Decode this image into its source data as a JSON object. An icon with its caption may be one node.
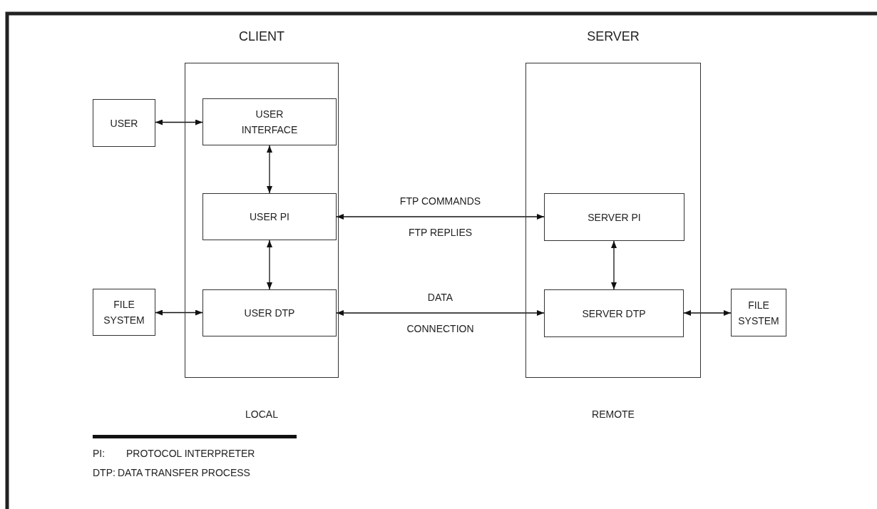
{
  "diagram": {
    "nodes": [
      {
        "text": [
          "CLIENT"
        ],
        "beside": [
          "LOCAL"
        ]
      },
      {
        "text": [
          "USER INTERFACE"
        ],
        "in": 0
      },
      {
        "text": [
          "USER PI"
        ],
        "in": 0
      },
      {
        "text": [
          "USER DTP"
        ],
        "in": 0
      },
      {
        "text": [
          "SERVER"
        ],
        "beside": [
          "REMOTE"
        ]
      },
      {
        "text": [
          "SERVER PI"
        ],
        "in": 4
      },
      {
        "text": [
          "SERVER DTP"
        ],
        "in": 4
      },
      {
        "text": [
          "USER"
        ]
      },
      {
        "text": [
          "FILE SYSTEM"
        ]
      },
      {
        "text": [
          "FILE SYSTEM"
        ]
      }
    ],
    "edges": [
      {
        "from": 7,
        "to": 1,
        "arrow": "both"
      },
      {
        "from": 1,
        "to": 2,
        "arrow": "both"
      },
      {
        "from": 2,
        "to": 3,
        "arrow": "both"
      },
      {
        "from": 2,
        "to": 5,
        "arrow": "both",
        "label": "FTP COMMANDS FTP REPLIES"
      },
      {
        "from": 5,
        "to": 6,
        "arrow": "both"
      },
      {
        "from": 3,
        "to": 6,
        "arrow": "both",
        "label": "DATA CONNECTION"
      },
      {
        "from": 8,
        "to": 3,
        "arrow": "both"
      },
      {
        "from": 6,
        "to": 9,
        "arrow": "both"
      }
    ],
    "labels": [
      "PI:",
      "PROTOCOL INTERPRETER",
      "DTP:",
      "DATA TRANSFER PROCESS"
    ]
  }
}
